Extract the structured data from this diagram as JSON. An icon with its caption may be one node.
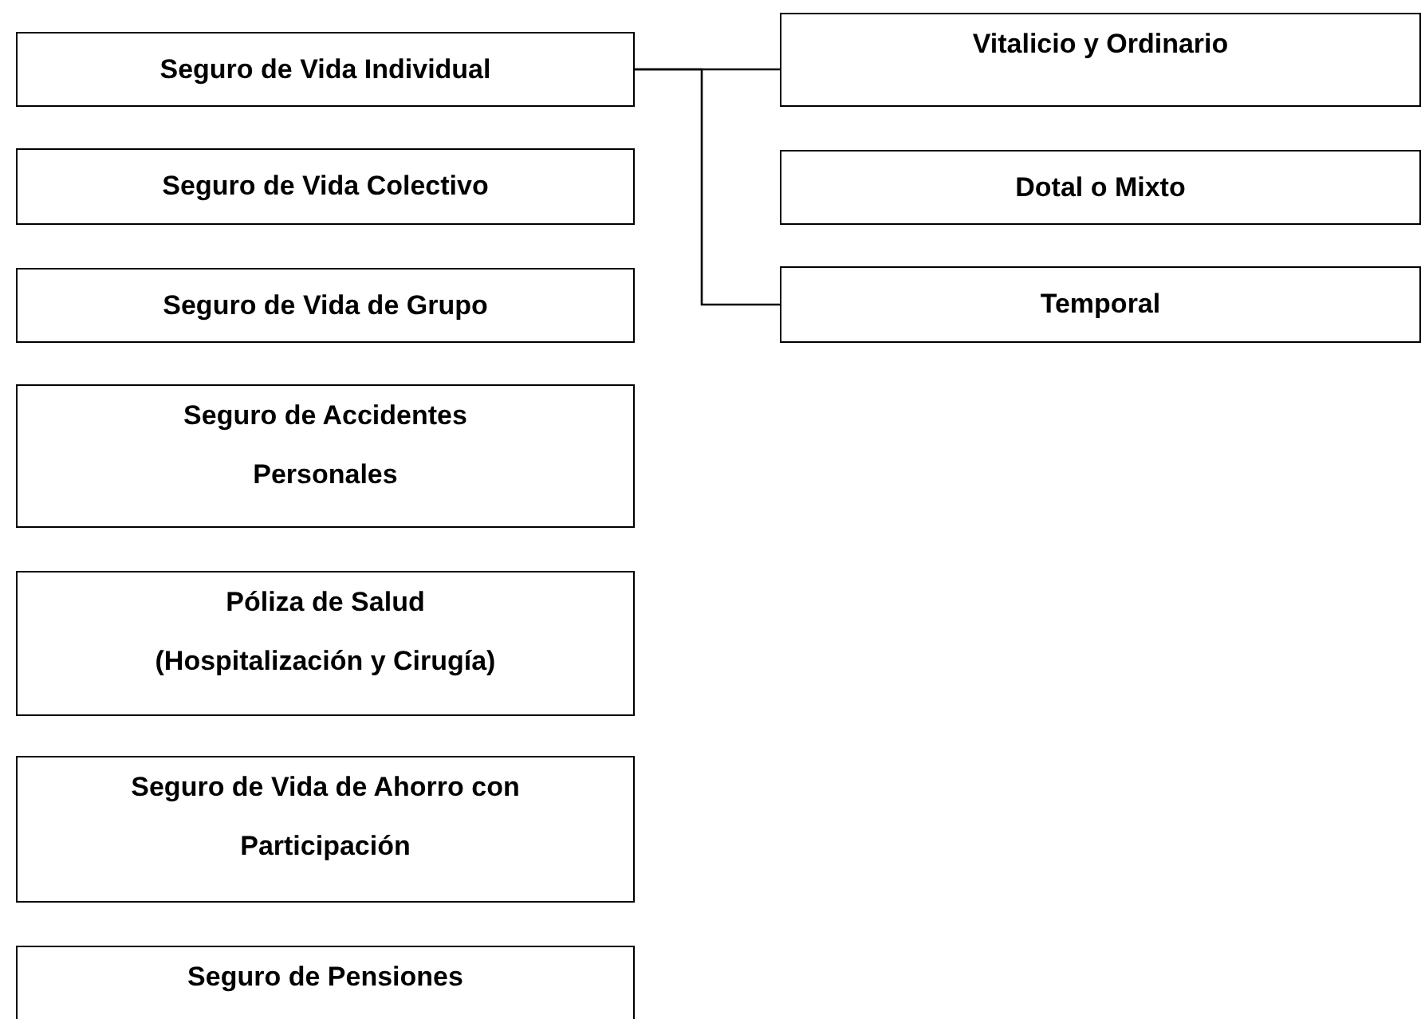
{
  "diagram": {
    "nodes": [
      {
        "text": [
          "Seguro de Vida Individual"
        ]
      },
      {
        "text": [
          "Seguro de Vida Colectivo"
        ]
      },
      {
        "text": [
          "Seguro de Vida de Grupo"
        ]
      },
      {
        "text": [
          "Seguro de Accidentes Personales"
        ]
      },
      {
        "text": [
          "Póliza de Salud (Hospitalización y Cirugía)"
        ]
      },
      {
        "text": [
          "Seguro de Vida de Ahorro con Participación"
        ]
      },
      {
        "text": [
          "Seguro de Pensiones"
        ]
      },
      {
        "text": [
          "Vitalicio y Ordinario"
        ]
      },
      {
        "text": [
          "Dotal o Mixto"
        ]
      },
      {
        "text": [
          "Temporal"
        ]
      }
    ],
    "edges": [
      {
        "from": 0,
        "to": 7,
        "arrow": "none"
      },
      {
        "from": 0,
        "to": 9,
        "arrow": "none"
      }
    ]
  }
}
